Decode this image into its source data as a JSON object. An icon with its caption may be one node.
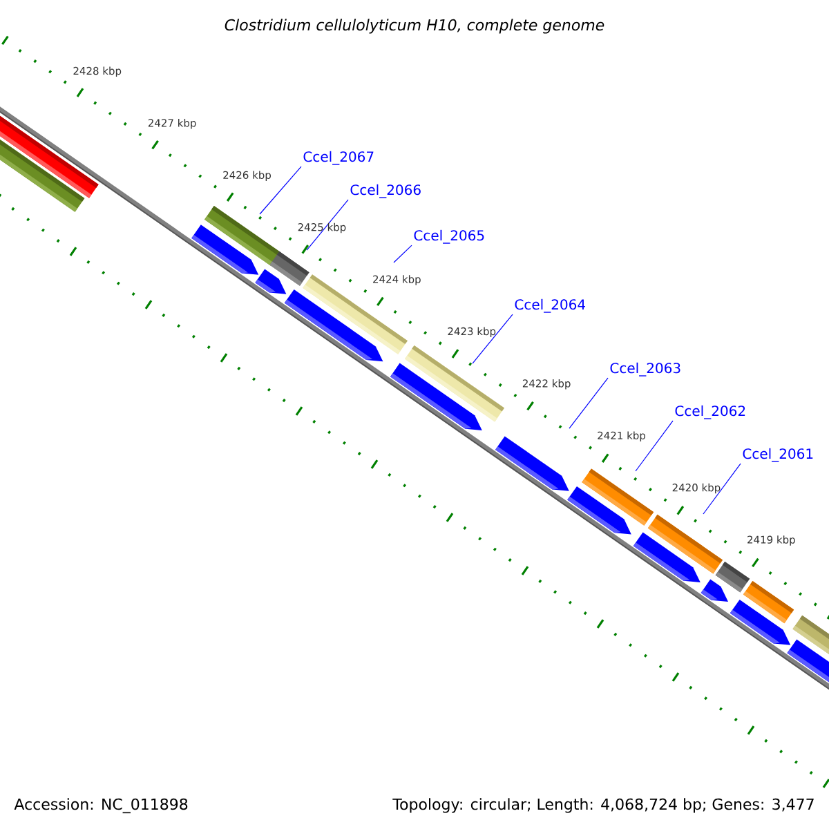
{
  "diagram": {
    "title": "Clostridium cellulolyticum H10, complete genome",
    "nodes": [
      {
        "text": [
          "Ccel_2067"
        ]
      },
      {
        "text": [
          "Ccel_2066"
        ]
      },
      {
        "text": [
          "Ccel_2065"
        ]
      },
      {
        "text": [
          "Ccel_2064"
        ]
      },
      {
        "text": [
          "Ccel_2063"
        ]
      },
      {
        "text": [
          "Ccel_2062"
        ]
      },
      {
        "text": [
          "Ccel_2061"
        ]
      }
    ],
    "edges": [
      {
        "from": 0,
        "to": null,
        "arrow": "none"
      },
      {
        "from": 1,
        "to": null,
        "arrow": "none"
      },
      {
        "from": 2,
        "to": null,
        "arrow": "none"
      },
      {
        "from": 3,
        "to": null,
        "arrow": "none"
      },
      {
        "from": 4,
        "to": null,
        "arrow": "none"
      },
      {
        "from": 5,
        "to": null,
        "arrow": "none"
      },
      {
        "from": 6,
        "to": null,
        "arrow": "none"
      }
    ],
    "labels": [
      "2428 kbp",
      "2427 kbp",
      "2426 kbp",
      "2425 kbp",
      "2424 kbp",
      "2423 kbp",
      "2422 kbp",
      "2421 kbp",
      "2420 kbp",
      "2419 kbp",
      "Accession: NC_011898",
      "Topology: circular; Length: 4,068,724 bp; Genes: 3,477"
    ]
  }
}
